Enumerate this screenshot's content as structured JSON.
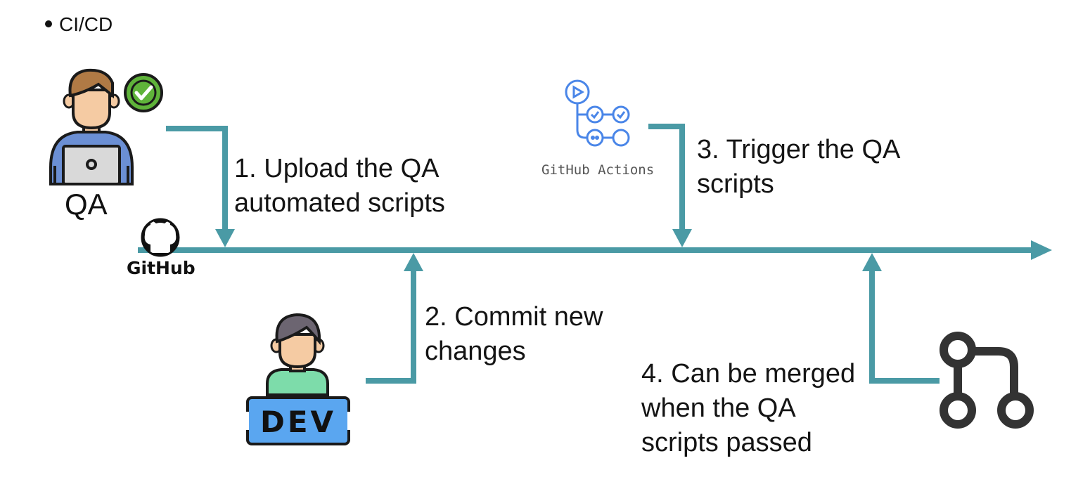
{
  "bullet": {
    "text": "CI/CD"
  },
  "actors": {
    "qa_label": "QA",
    "dev_label": "DEV"
  },
  "logos": {
    "github_label": "GitHub",
    "github_actions_label": "GitHub Actions"
  },
  "steps": [
    {
      "line1": "1. Upload the QA",
      "line2": "automated scripts"
    },
    {
      "line1": "2. Commit new",
      "line2": "changes"
    },
    {
      "line1": "3. Trigger the QA",
      "line2": "scripts"
    },
    {
      "line1": "4. Can be merged",
      "line2": "when the QA",
      "line3": "scripts passed"
    }
  ],
  "colors": {
    "arrow": "#4a9aa5",
    "qa_shirt": "#6b8fd4",
    "dev_shirt": "#7ddcaa",
    "dev_badge": "#5aa6f0",
    "check_badge": "#5fb33a",
    "actions_blue": "#4a86e8",
    "merge_icon": "#333333"
  },
  "icons": [
    "check-icon",
    "github-octocat-icon",
    "github-actions-icon",
    "merge-branch-icon",
    "qa-person-icon",
    "dev-person-icon"
  ]
}
